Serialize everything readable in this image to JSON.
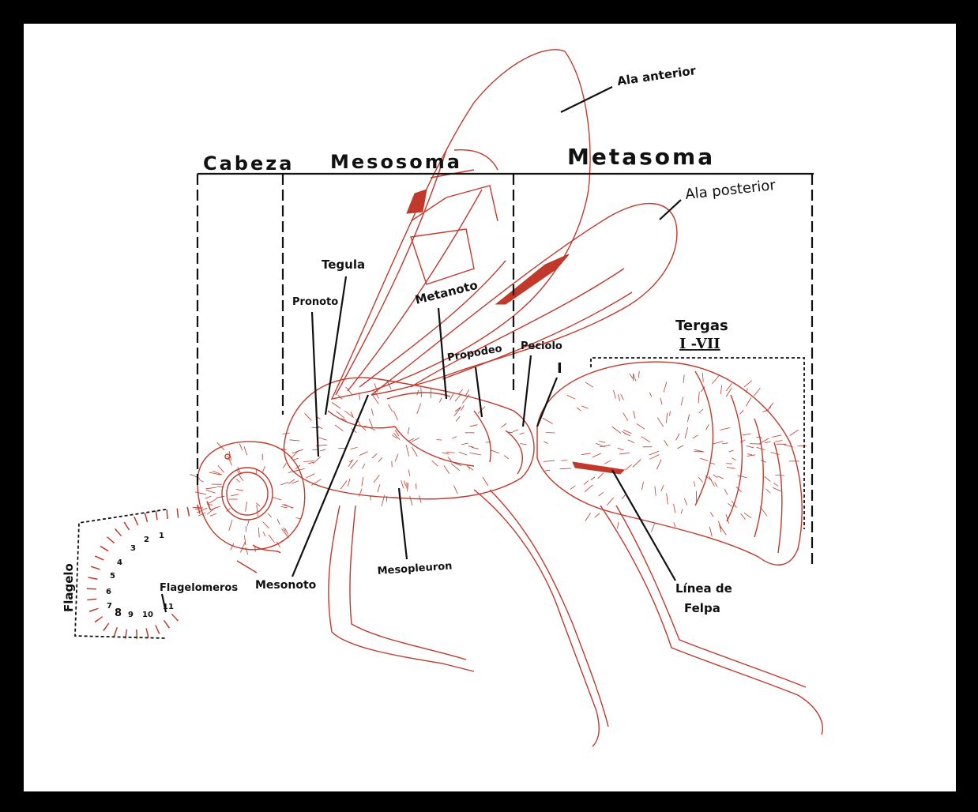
{
  "sections": {
    "head": "Cabeza",
    "mesosoma": "Mesosoma",
    "metasoma": "Metasoma"
  },
  "labels": {
    "ala_anterior": "Ala anterior",
    "ala_posterior": "Ala posterior",
    "tegula": "Tegula",
    "pronoto": "Pronoto",
    "metanoto": "Metanoto",
    "propodeo": "Propodeo",
    "peciolo": "Peciolo",
    "tergum_one": "I",
    "tergas_title": "Tergas",
    "tergas_range": "I -VII",
    "flagelo": "Flagelo",
    "flagelomeros": "Flagelomeros",
    "mesonoto": "Mesonoto",
    "mesopleuron": "Mesopleuron",
    "linea_de_felpa_line1": "Línea de",
    "linea_de_felpa_line2": "Felpa"
  },
  "flagellomere_numbers": [
    "1",
    "2",
    "3",
    "4",
    "5",
    "6",
    "7",
    "8",
    "9",
    "10",
    "11"
  ],
  "colors": {
    "ink": "#111111",
    "drawing": "#c0392b",
    "frame": "#000000",
    "paper": "#ffffff"
  }
}
